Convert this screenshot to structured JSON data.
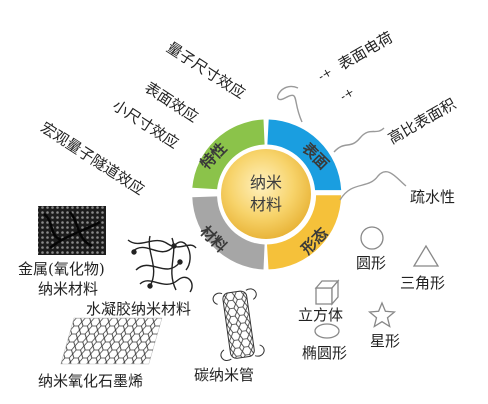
{
  "center": {
    "line1": "纳米",
    "line2": "材料"
  },
  "segments": {
    "properties": "特性",
    "surface": "表面",
    "morphology": "形态",
    "materials": "材料"
  },
  "effects": [
    "量子尺寸效应",
    "表面效应",
    "小尺寸效应",
    "宏观量子隧道效应"
  ],
  "surface_items": {
    "charge": "表面电荷",
    "area": "高比表面积",
    "hydrophobic": "疏水性",
    "charge_symbols": [
      "-+",
      "-+"
    ]
  },
  "shapes": {
    "circle": "圆形",
    "triangle": "三角形",
    "cube": "立方体",
    "star": "星形",
    "ellipse": "椭圆形"
  },
  "materials": {
    "metal_line1": "金属(氧化物)",
    "metal_line2": "纳米材料",
    "hydrogel": "水凝胶纳米材料",
    "nanotube": "碳纳米管",
    "graphene": "纳米氧化石墨烯"
  },
  "colors": {
    "green": "#8bc34a",
    "blue": "#1a9ee0",
    "yellow": "#f5c13a",
    "gray": "#a6a6a6"
  }
}
